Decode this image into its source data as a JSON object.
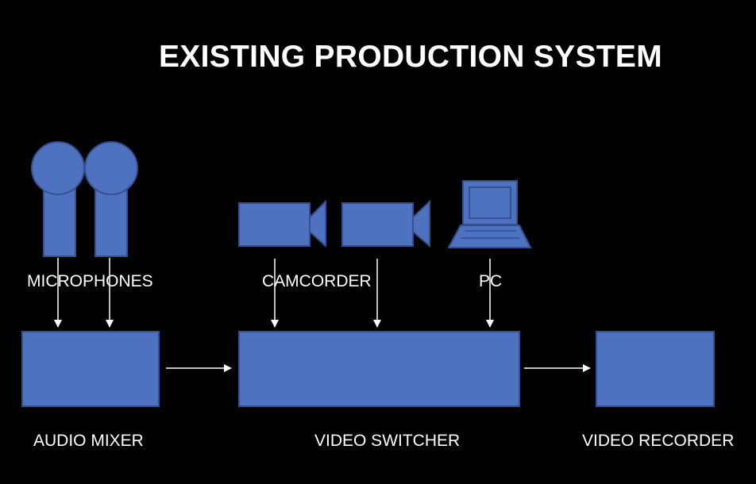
{
  "title": "EXISTING PRODUCTION SYSTEM",
  "labels": {
    "microphones": "MICROPHONES",
    "camcorder": "CAMCORDER",
    "pc": "PC",
    "audio_mixer": "AUDIO MIXER",
    "video_switcher": "VIDEO SWITCHER",
    "video_recorder": "VIDEO RECORDER"
  },
  "colors": {
    "background": "#000000",
    "shape_fill": "#4f72c0",
    "shape_stroke": "#34508f",
    "text": "#ffffff",
    "arrow": "#ffffff"
  },
  "icons": [
    "microphone-icon",
    "microphone-icon",
    "camcorder-icon",
    "camcorder-icon",
    "laptop-icon"
  ]
}
